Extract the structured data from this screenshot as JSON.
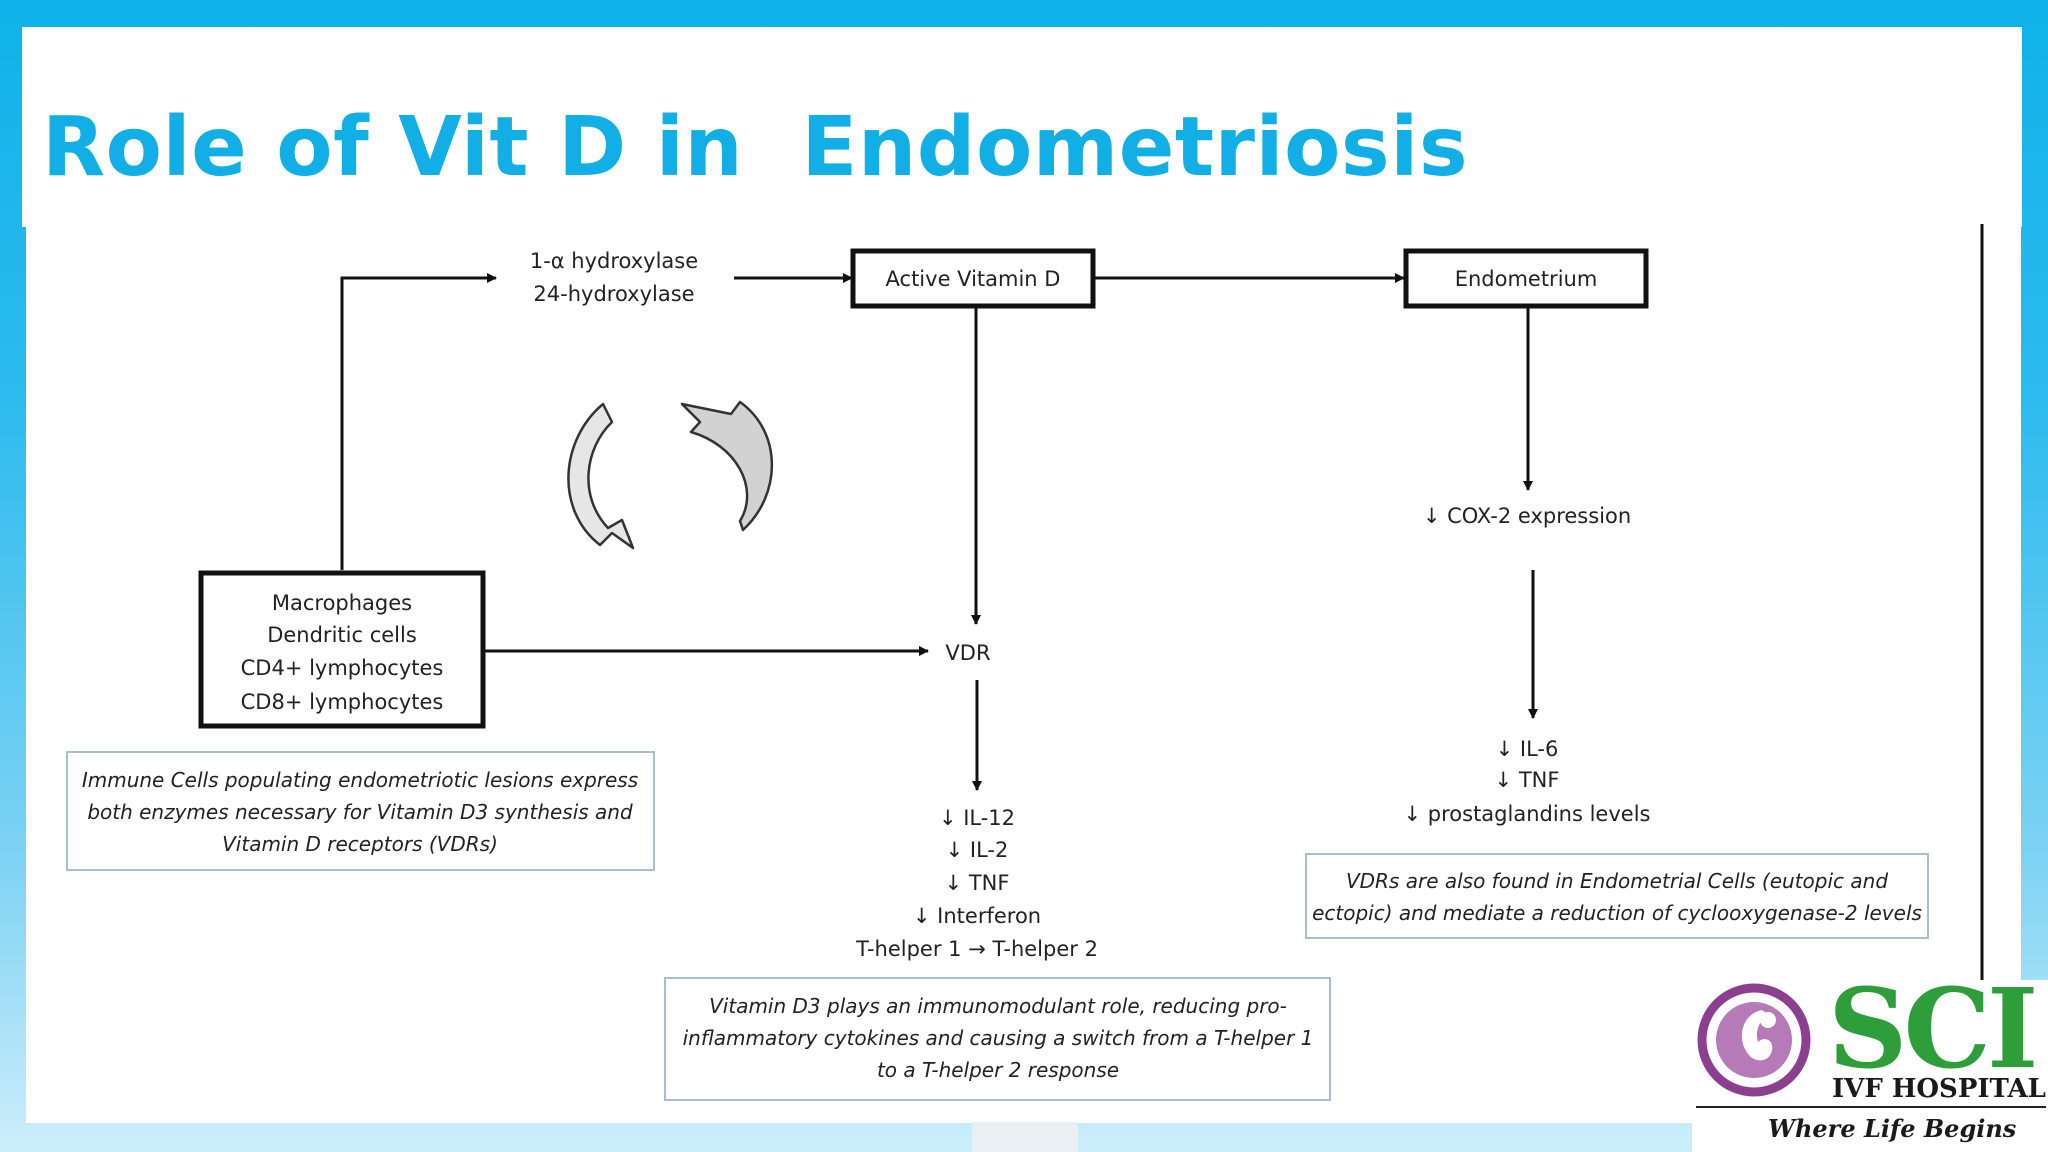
{
  "title": "Role of Vit D in  Endometriosis",
  "diagram": {
    "enzymes": [
      "1-α hydroxylase",
      "24-hydroxylase"
    ],
    "active_vitamin_d": "Active Vitamin D",
    "endometrium": "Endometrium",
    "cox2": "↓ COX-2 expression",
    "immune_cells": [
      "Macrophages",
      "Dendritic cells",
      "CD4+ lymphocytes",
      "CD8+ lymphocytes"
    ],
    "vdr": "VDR",
    "immune_note": [
      "Immune Cells populating endometriotic lesions express",
      "both enzymes necessary for Vitamin D3 synthesis and",
      "Vitamin D receptors (VDRs)"
    ],
    "vdr_effects": [
      "↓ IL-12",
      "↓ IL-2",
      "↓ TNF",
      "↓ Interferon",
      "T-helper 1 → T-helper 2"
    ],
    "endo_effects": [
      "↓ IL-6",
      "↓ TNF",
      "↓ prostaglandins levels"
    ],
    "endo_note": [
      "VDRs are also found in Endometrial Cells (eutopic and",
      "ectopic) and mediate a reduction of cyclooxygenase-2 levels"
    ],
    "vitd_note": [
      "Vitamin D3 plays an immunomodulant role, reducing pro-",
      "inflammatory cytokines and causing a switch from a T-helper 1",
      "to a T-helper 2 response"
    ]
  },
  "logo": {
    "brand": "SCI",
    "sub": "IVF HOSPITAL",
    "tagline": "Where Life Begins"
  },
  "colors": {
    "accent": "#12aee6",
    "logo_green": "#2e9e3a",
    "logo_purple": "#8a3f8f"
  }
}
